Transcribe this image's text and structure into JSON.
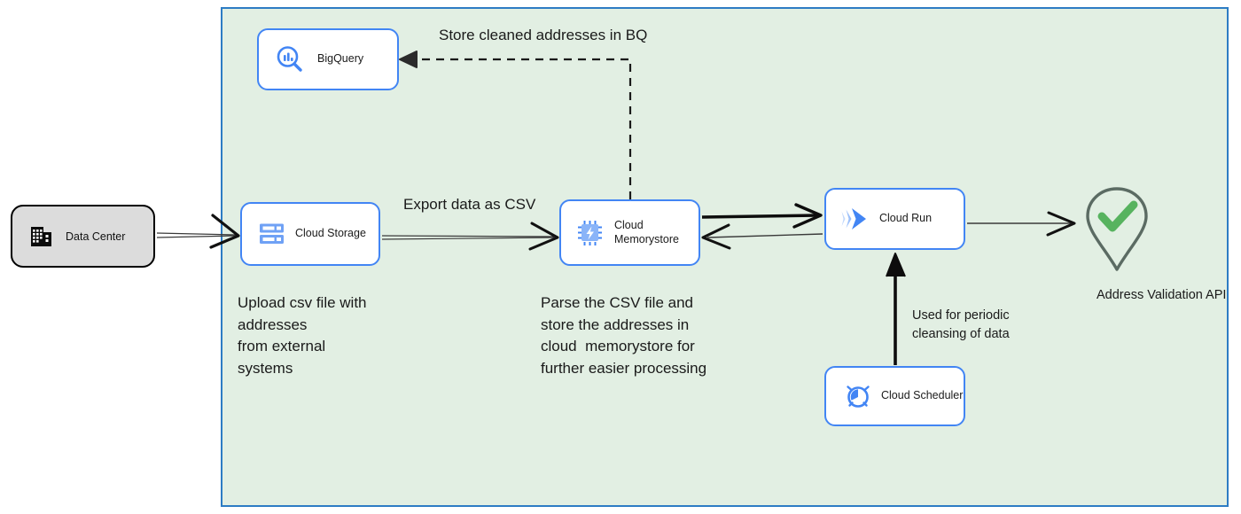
{
  "diagram": {
    "title_region": "GCP address cleansing architecture",
    "scope_panel": {
      "name": "gcp-project-boundary",
      "fill": "#e2efe3",
      "border": "#2d7cc4"
    },
    "colors": {
      "gcp_blue": "#4285f4",
      "panel_fill": "#e2efe3",
      "panel_border": "#2d7cc4",
      "external_fill": "#dcdcdc",
      "external_border": "#000000",
      "pin_stroke": "#5b6b63",
      "check_green": "#57b35f",
      "edge_black": "#1a1a1a",
      "text": "#1a1a1a"
    },
    "nodes": [
      {
        "id": "bigquery",
        "label": "BigQuery",
        "icon": "bigquery-icon"
      },
      {
        "id": "datacenter",
        "label": "Data Center",
        "icon": "data-center-icon"
      },
      {
        "id": "storage",
        "label": "Cloud Storage",
        "icon": "cloud-storage-icon"
      },
      {
        "id": "memstore",
        "label": "Cloud\nMemorystore",
        "icon": "cloud-memorystore-icon"
      },
      {
        "id": "cloudrun",
        "label": "Cloud Run",
        "icon": "cloud-run-icon"
      },
      {
        "id": "scheduler",
        "label": "Cloud Scheduler",
        "icon": "cloud-scheduler-icon"
      },
      {
        "id": "addressapi",
        "label": "Address Validation\nAPI",
        "icon": "map-pin-check-icon"
      }
    ],
    "annotations": {
      "store_in_bq": "Store cleaned addresses in BQ",
      "export_csv": "Export data as CSV",
      "upload_csv": "Upload csv file with\naddresses\nfrom external\nsystems",
      "parse_csv": "Parse the CSV file and\nstore the addresses in\ncloud  memorystore for\nfurther easier processing",
      "periodic_cleansing": "Used for periodic\ncleansing of data"
    },
    "edges": [
      {
        "from": "datacenter",
        "to": "storage",
        "style": "solid",
        "direction": "forward"
      },
      {
        "from": "storage",
        "to": "memstore",
        "style": "solid",
        "direction": "forward",
        "label": "Export data as CSV"
      },
      {
        "from": "memstore",
        "to": "bigquery",
        "style": "dashed",
        "direction": "forward",
        "label": "Store cleaned addresses in BQ"
      },
      {
        "from": "memstore",
        "to": "cloudrun",
        "style": "solid",
        "direction": "forward"
      },
      {
        "from": "cloudrun",
        "to": "memstore",
        "style": "solid",
        "direction": "forward"
      },
      {
        "from": "cloudrun",
        "to": "addressapi",
        "style": "solid",
        "direction": "forward"
      },
      {
        "from": "scheduler",
        "to": "cloudrun",
        "style": "solid",
        "direction": "forward",
        "label": "Used for periodic cleansing of data"
      }
    ]
  }
}
